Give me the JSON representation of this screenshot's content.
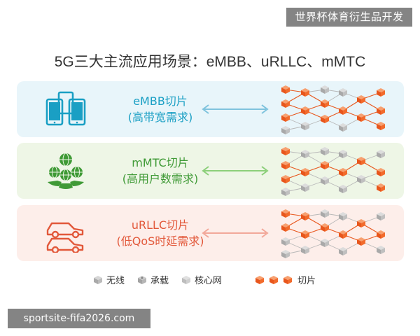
{
  "watermark_top": "世界杯体育衍生品开发",
  "watermark_bottom": "sportsite-fifa2026.com",
  "title": "5G三大主流应用场景：eMBB、uRLLC、mMTC",
  "panels": [
    {
      "line1": "eMBB切片",
      "line2": "(高带宽需求)",
      "bg": "#e8f5fa",
      "accent": "#1a9fc4",
      "icon": "tablet-devices-icon"
    },
    {
      "line1": "mMTC切片",
      "line2": "(高用户数需求)",
      "bg": "#eef6e6",
      "accent": "#3f9a36",
      "icon": "globe-hands-icon"
    },
    {
      "line1": "uRLLC切片",
      "line2": "(低QoS时延需求)",
      "bg": "#fdeeea",
      "accent": "#e2583a",
      "icon": "cars-icon"
    }
  ],
  "legend": {
    "wireless": "无线",
    "bearer": "承载",
    "core": "核心网",
    "slice": "切片"
  },
  "colors": {
    "slice": "#f26b2c",
    "wireless": "#b0b0b0",
    "bearer": "#a8a8a8",
    "core": "#c8c8c8",
    "arrow_blue": "#7fc3dd",
    "arrow_green": "#8ccf7a",
    "arrow_red": "#f2a89a"
  }
}
